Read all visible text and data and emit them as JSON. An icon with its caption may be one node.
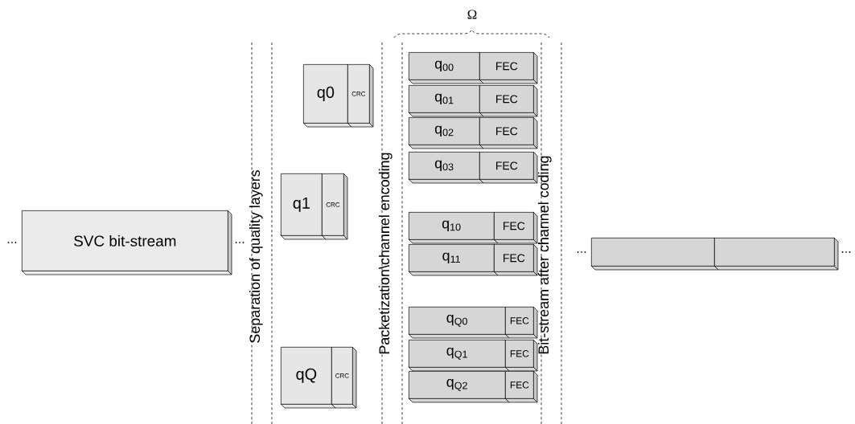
{
  "diagram": {
    "nodes": [
      {
        "text": [
          "SVC bit-stream"
        ]
      },
      {
        "text": [
          "q0"
        ]
      },
      {
        "text": [
          "CRC"
        ]
      },
      {
        "text": [
          "q1"
        ]
      },
      {
        "text": [
          "CRC"
        ]
      },
      {
        "text": [
          "qQ"
        ]
      },
      {
        "text": [
          "CRC"
        ]
      },
      {
        "text": [
          "q$_{00}$"
        ]
      },
      {
        "text": [
          "FEC"
        ]
      },
      {
        "text": [
          "q$_{01}$"
        ]
      },
      {
        "text": [
          "FEC"
        ]
      },
      {
        "text": [
          "q$_{02}$"
        ]
      },
      {
        "text": [
          "FEC"
        ]
      },
      {
        "text": [
          "q$_{03}$"
        ]
      },
      {
        "text": [
          "FEC"
        ]
      },
      {
        "text": [
          "q$_{10}$"
        ]
      },
      {
        "text": [
          "FEC"
        ]
      },
      {
        "text": [
          "q$_{11}$"
        ]
      },
      {
        "text": [
          "FEC"
        ]
      },
      {
        "text": [
          "q$_{Q0}$"
        ]
      },
      {
        "text": [
          "FEC"
        ]
      },
      {
        "text": [
          "q$_{Q1}$"
        ]
      },
      {
        "text": [
          "FEC"
        ]
      },
      {
        "text": [
          "q$_{Q2}$"
        ]
      },
      {
        "text": [
          "FEC"
        ]
      },
      {
        "text": [],
        "shape": "box"
      },
      {
        "text": [],
        "shape": "box"
      }
    ],
    "labels": [
      "Ω",
      "...",
      "...",
      "Separation of quality layers",
      "Packetization\\channel encoding",
      "Bit-stream after channel coding",
      "...",
      "..."
    ]
  }
}
